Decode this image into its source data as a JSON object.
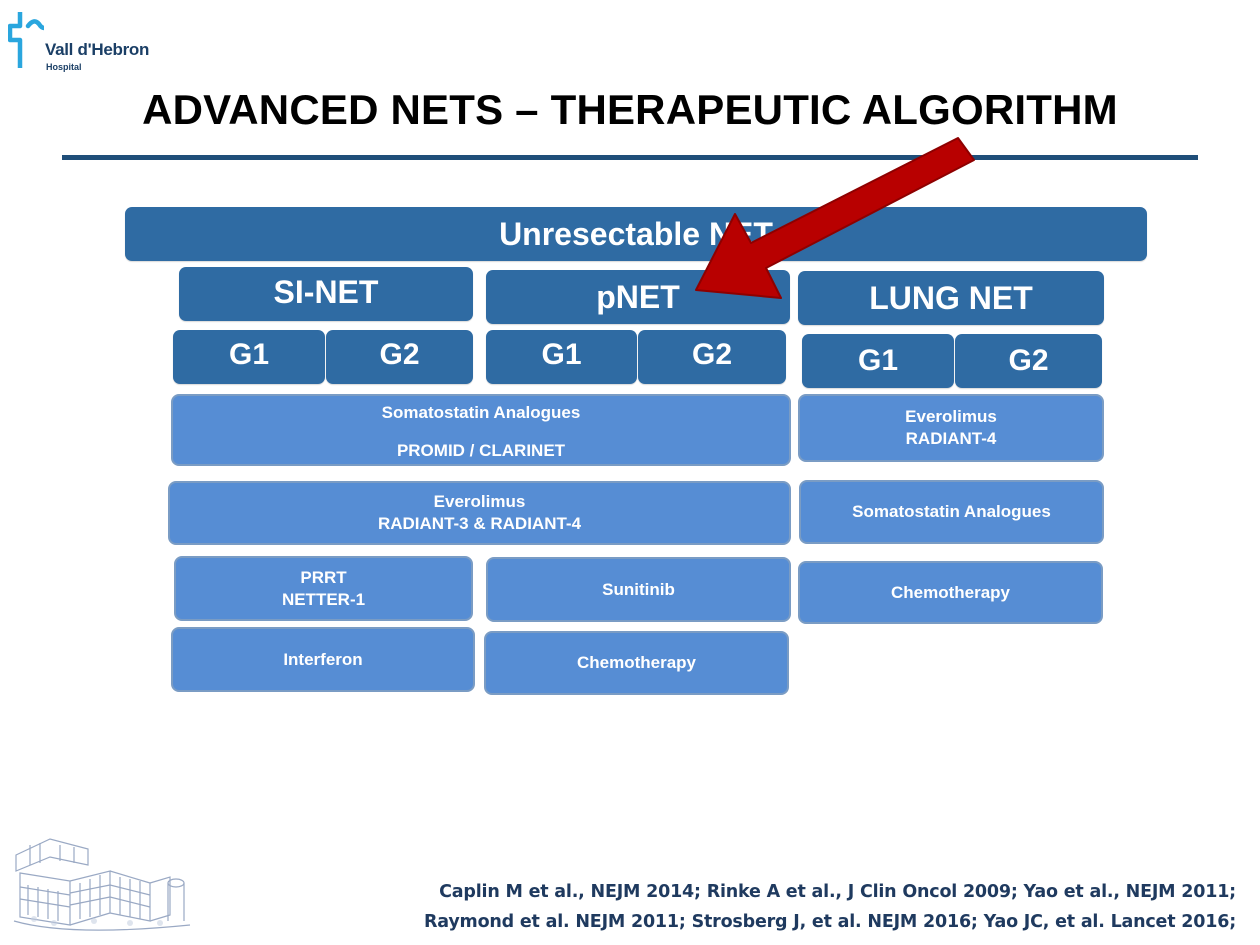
{
  "logo": {
    "name": "Vall d'Hebron",
    "sub": "Hospital",
    "icon": "vall-dhebron-cross-wave-logo",
    "color": "#1b3f66",
    "accent": "#2aa6de"
  },
  "title": "ADVANCED NETS – THERAPEUTIC ALGORITHM",
  "header": {
    "label": "Unresectable NET"
  },
  "columns": [
    {
      "label": "SI-NET",
      "grades": [
        "G1",
        "G2"
      ]
    },
    {
      "label": "pNET",
      "grades": [
        "G1",
        "G2"
      ]
    },
    {
      "label": "LUNG NET",
      "grades": [
        "G1",
        "G2"
      ]
    }
  ],
  "treatments": {
    "ssa_si_pn": {
      "line1": "Somatostatin Analogues",
      "line2": "PROMID / CLARINET"
    },
    "everolimus_lung": {
      "line1": "Everolimus",
      "line2": "RADIANT-4"
    },
    "everolimus_si_pn": {
      "line1": "Everolimus",
      "line2": "RADIANT-3 & RADIANT-4"
    },
    "ssa_lung": {
      "line1": "Somatostatin Analogues"
    },
    "prrt_si": {
      "line1": "PRRT",
      "line2": "NETTER-1"
    },
    "sunitinib_pn": {
      "line1": "Sunitinib"
    },
    "chemo_lung": {
      "line1": "Chemotherapy"
    },
    "interferon_si": {
      "line1": "Interferon"
    },
    "chemo_pn": {
      "line1": "Chemotherapy"
    }
  },
  "annotation": {
    "icon": "red-arrow-icon",
    "color": "#c00000",
    "target": "pNET"
  },
  "footer": {
    "image": "hospital-building-sketch-icon",
    "references": [
      "Caplin M et al., NEJM 2014; Rinke A et al., J Clin Oncol 2009; Yao et al., NEJM 2011;",
      "Raymond et al. NEJM 2011; Strosberg J, et al. NEJM 2016; Yao JC, et al. Lancet 2016;"
    ]
  },
  "colors": {
    "dark_box": "#2f6ba3",
    "light_box": "#568dd4",
    "rule": "#1f4e79",
    "ref_text": "#1f3a5f"
  }
}
